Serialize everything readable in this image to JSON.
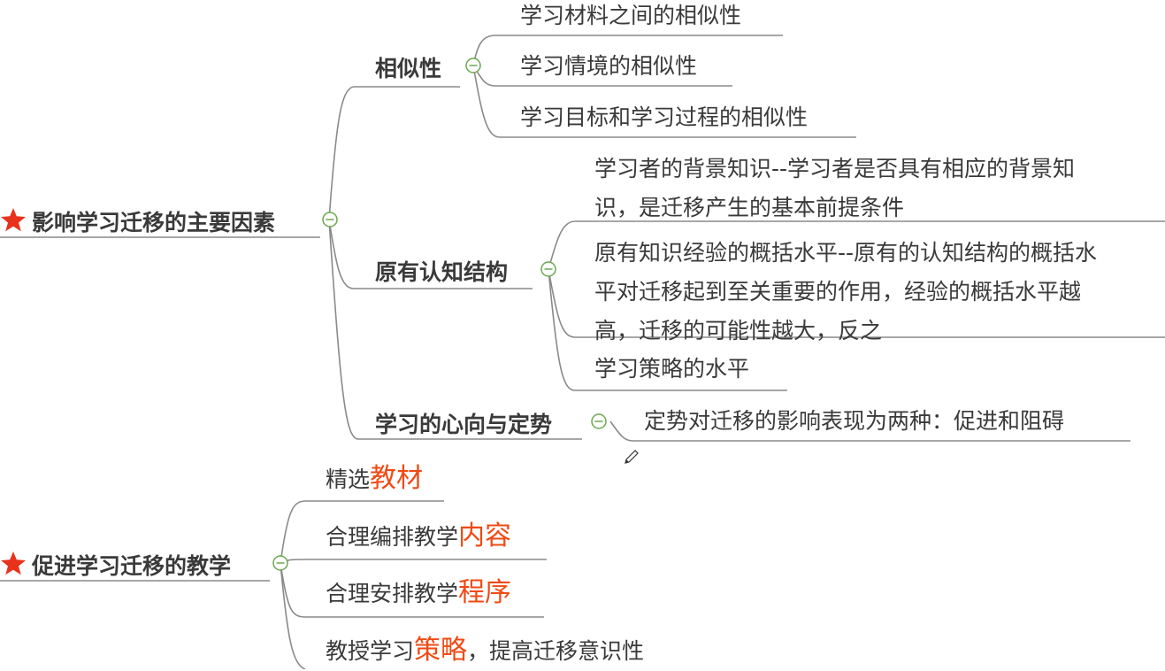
{
  "topics": [
    {
      "title": "影响学习迁移的主要因素",
      "branches": [
        {
          "title": "相似性",
          "items": [
            "学习材料之间的相似性",
            "学习情境的相似性",
            "学习目标和学习过程的相似性"
          ]
        },
        {
          "title": "原有认知结构",
          "items": [
            {
              "line1": "学习者的背景知识--学习者是否具有相应的背景知",
              "line2": "识，是迁移产生的基本前提条件"
            },
            {
              "line1": "原有知识经验的概括水平--原有的认知结构的概括水",
              "line2": "平对迁移起到至关重要的作用，经验的概括水平越",
              "line3": "高，迁移的可能性越大，反之"
            },
            "学习策略的水平"
          ]
        },
        {
          "title": "学习的心向与定势",
          "items": [
            "定势对迁移的影响表现为两种：促进和阻碍"
          ]
        }
      ]
    },
    {
      "title": "促进学习迁移的教学",
      "items": [
        {
          "prefix": "精选",
          "highlight": "教材",
          "suffix": ""
        },
        {
          "prefix": "合理编排教学",
          "highlight": "内容",
          "suffix": ""
        },
        {
          "prefix": "合理安排教学",
          "highlight": "程序",
          "suffix": ""
        },
        {
          "prefix": "教授学习",
          "highlight": "策略",
          "suffix": "，提高迁移意识性"
        }
      ]
    }
  ],
  "colors": {
    "line": "#8a8a8a",
    "toggle": "#6aa84f",
    "star": "#e8321c",
    "highlight": "#f04a14"
  },
  "icons": [
    "star-icon",
    "collapse-toggle-icon",
    "pencil-cursor-icon"
  ]
}
